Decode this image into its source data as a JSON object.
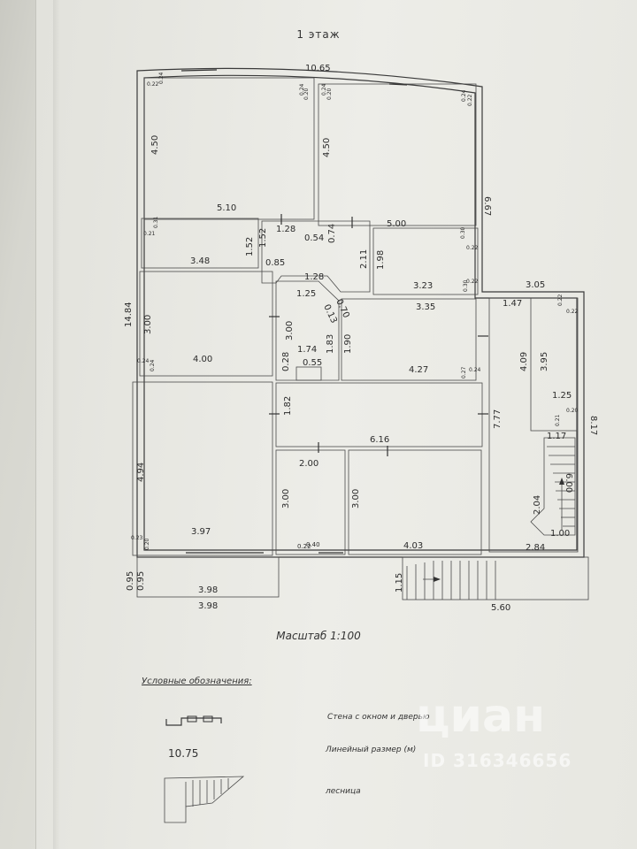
{
  "title": "1 этаж",
  "scale": "Масштаб 1:100",
  "legend": {
    "title": "Условные обозначения:",
    "wall_label": "Стена с окном и дверью",
    "dimension_sample": "10.75",
    "dimension_label": "Линейный размер (м)",
    "stair_label": "лесница"
  },
  "watermark": {
    "brand": "циан",
    "id": "ID 316346656"
  },
  "dimensions": {
    "top_overall": "10.65",
    "right_upper": "6.67",
    "right_lower": "8.17",
    "left_overall": "14.84",
    "bottom_porch": "5.60",
    "bottom_left_a": "3.98",
    "bottom_left_b": "3.98",
    "terrace_w": "3.05",
    "room1_h": "4.50",
    "room1_w": "5.10",
    "room2_h": "4.50",
    "room2_w": "5.00",
    "room3_w": "3.48",
    "room3_h": "1.52",
    "hall_a": "1.28",
    "hall_b": "1.52",
    "hall_c": "0.85",
    "hall_d": "0.54",
    "hall_e": "0.74",
    "room4_h": "1.98",
    "room4_w": "3.23",
    "room4_x": "2.11",
    "room5_h": "3.00",
    "room5_w": "4.00",
    "core_a": "1.28",
    "core_b": "1.25",
    "core_c": "0.70",
    "core_d": "0.13",
    "core_e": "3.00",
    "core_f": "1.74",
    "core_g": "0.28",
    "core_h": "0.55",
    "core_i": "1.83",
    "core_j": "1.90",
    "room6_w": "3.35",
    "room6_b": "4.27",
    "porch_a": "1.47",
    "porch_b": "4.09",
    "porch_c": "3.95",
    "porch_d": "1.25",
    "corridor_h": "7.77",
    "corridor_w": "6.16",
    "corridor_x": "1.82",
    "room7_h": "4.94",
    "room7_w": "3.97",
    "room8_w": "2.00",
    "room8_h": "3.00",
    "room8_x": "0.40",
    "room9_h": "3.00",
    "room9_w": "4.03",
    "stair_a": "1.17",
    "stair_b": "6.00",
    "stair_c": "2.04",
    "stair_d": "1.00",
    "stair_e": "2.84",
    "front_a": "0.95",
    "front_b": "0.95",
    "step": "1.15"
  },
  "small": {
    "s022": "0.22",
    "s024": "0.24",
    "s020": "0.20",
    "s031": "0.31",
    "s021": "0.21",
    "s030": "0.30",
    "s023": "0.23",
    "s027": "0.27"
  }
}
